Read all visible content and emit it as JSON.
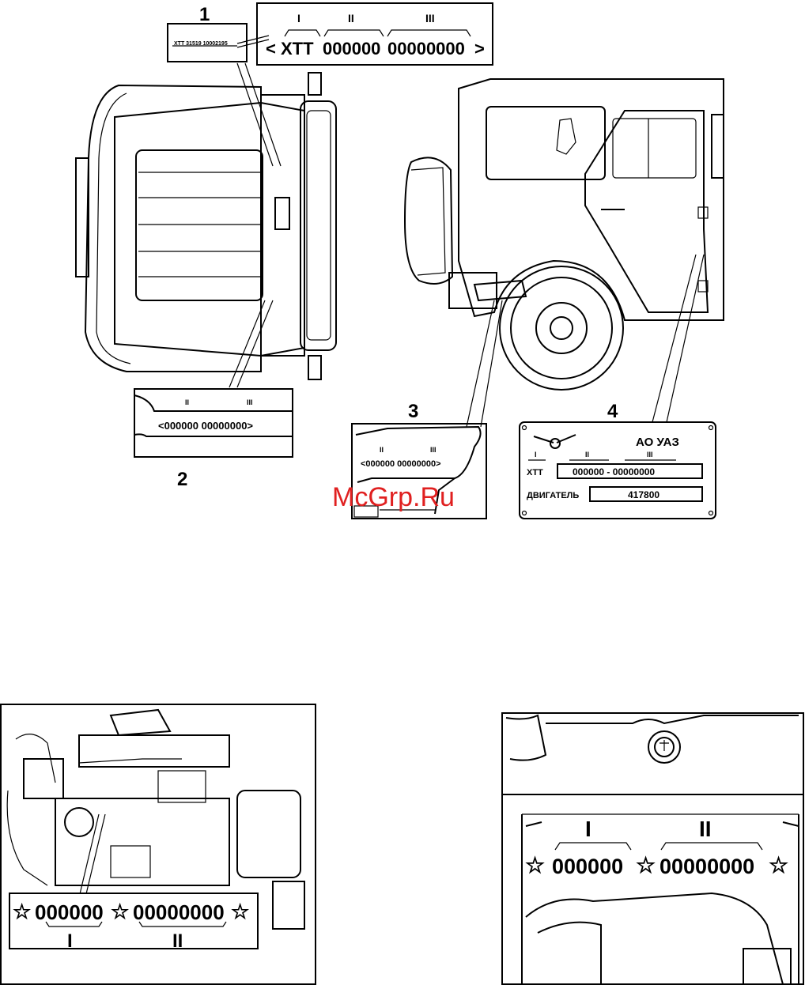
{
  "callouts": {
    "c1": "1",
    "c2": "2",
    "c3": "3",
    "c4": "4"
  },
  "label1": {
    "roman": [
      "I",
      "II",
      "III"
    ],
    "prefix": "XTT",
    "seg2": "000000",
    "seg3": "00000000",
    "lead": "<",
    "trail": ">"
  },
  "label2": {
    "roman": [
      "II",
      "III"
    ],
    "text": "<000000  00000000>"
  },
  "label3": {
    "roman": [
      "II",
      "III"
    ],
    "text": "<000000  00000000>"
  },
  "plate": {
    "brand": "АО  УАЗ",
    "roman": [
      "I",
      "II",
      "III"
    ],
    "row1_label": "ХТТ",
    "row1_value": "000000 -  00000000",
    "row2_label": "ДВИГАТЕЛЬ",
    "row2_value": "417800"
  },
  "watermark": "McGrp.Ru",
  "engine_label": {
    "seg1": "000000",
    "seg2": "00000000",
    "roman": [
      "I",
      "II"
    ]
  },
  "detail_label": {
    "seg1": "000000",
    "seg2": "00000000",
    "roman": [
      "I",
      "II"
    ]
  }
}
